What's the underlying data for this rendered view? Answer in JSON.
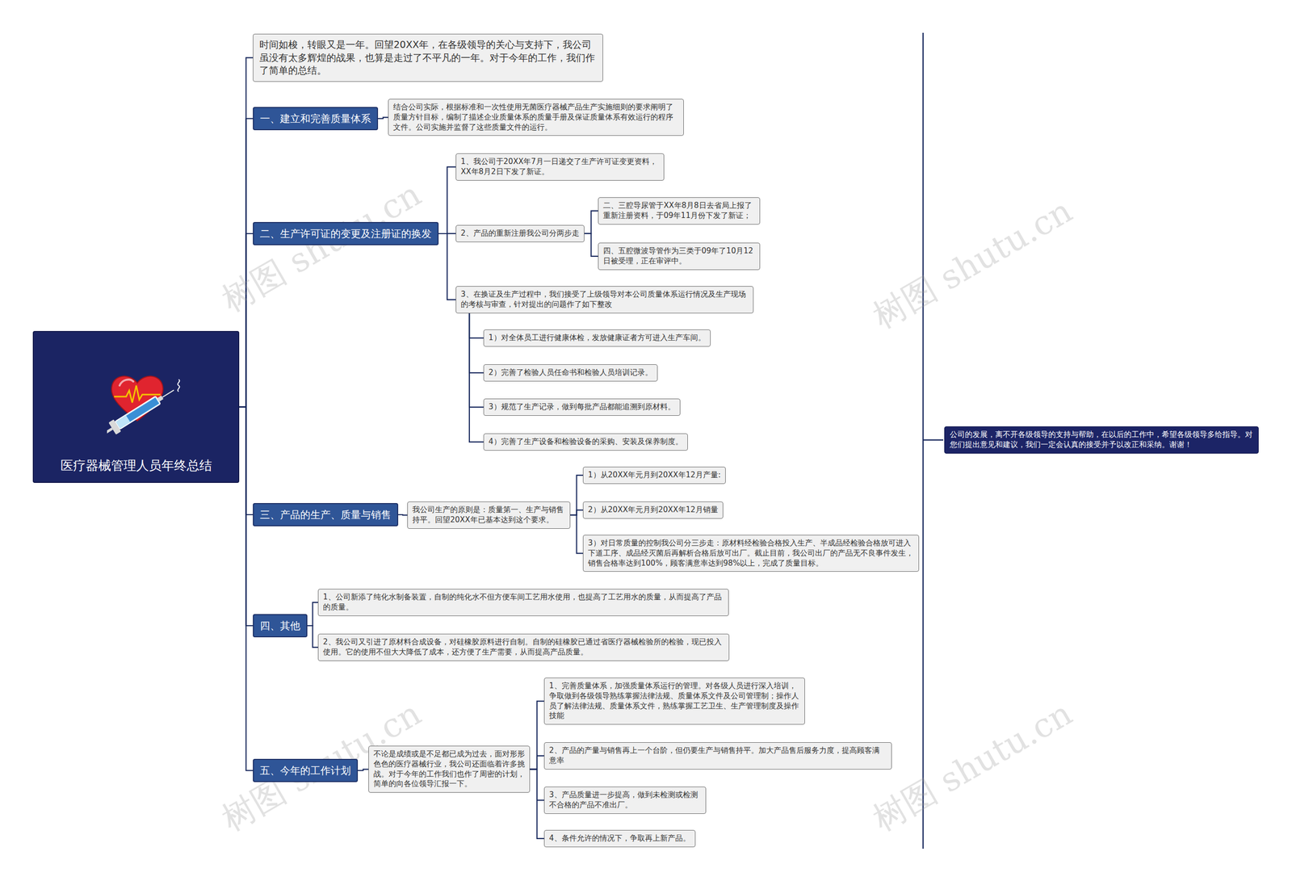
{
  "diagram": {
    "nodes": [
      {
        "text": [
          "医疗器械管理人员年终总结"
        ]
      },
      {
        "text": [
          "时间如梭，转眼又是一年。回望20XX年，在各级领导的关心与支持下，我公司虽没有太多辉煌的战果，也算是走过了不平凡的一年。对于今年的工作，我们作了简单的总结。"
        ]
      },
      {
        "text": [
          "一、建立和完善质量体系"
        ]
      },
      {
        "text": [
          "结合公司实际，根据标准和一次性使用无菌医疗器械产品生产实施细则的要求阐明了质量方针目标，编制了描述企业质量体系的质量手册及保证质量体系有效运行的程序文件。公司实施并监督了这些质量文件的运行。"
        ]
      },
      {
        "text": [
          "二、生产许可证的变更及注册证的换发"
        ]
      },
      {
        "text": [
          "1、我公司于20XX年7月一日递交了生产许可证变更资料，XX年8月2日下发了新证。"
        ]
      },
      {
        "text": [
          "2、产品的重新注册我公司分两步走"
        ]
      },
      {
        "text": [
          "二、三腔导尿管于XX年8月8日去省局上报了重新注册资料，于09年11月份下发了新证；"
        ]
      },
      {
        "text": [
          "四、五腔微波导管作为三类于09年了10月12日被受理，正在审评中。"
        ]
      },
      {
        "text": [
          "3、在换证及生产过程中，我们接受了上级领导对本公司质量体系运行情况及生产现场的考核与审查，针对提出的问题作了如下整改"
        ]
      },
      {
        "text": [
          "1）对全体员工进行健康体检，发放健康证者方可进入生产车间。"
        ]
      },
      {
        "text": [
          "2）完善了检验人员任命书和检验人员培训记录。"
        ]
      },
      {
        "text": [
          "3）规范了生产记录，做到每批产品都能追溯到原材料。"
        ]
      },
      {
        "text": [
          "4）完善了生产设备和检验设备的采购、安装及保养制度。"
        ]
      },
      {
        "text": [
          "三、产品的生产、质量与销售"
        ]
      },
      {
        "text": [
          "我公司生产的原则是：质量第一、生产与销售持平。回望20XX年已基本达到这个要求。"
        ]
      },
      {
        "text": [
          "1）从20XX年元月到20XX年12月产量:"
        ]
      },
      {
        "text": [
          "2）从20XX年元月到20XX年12月销量"
        ]
      },
      {
        "text": [
          "3）对日常质量的控制我公司分三步走：原材料经检验合格投入生产、半成品经检验合格放可进入下道工序、成品经灭菌后再解析合格后放可出厂。截止目前，我公司出厂的产品无不良事件发生，销售合格率达到100%，顾客满意率达到98%以上，完成了质量目标。"
        ]
      },
      {
        "text": [
          "四、其他"
        ]
      },
      {
        "text": [
          "1、公司新添了纯化水制备装置，自制的纯化水不但方便车间工艺用水使用，也提高了工艺用水的质量，从而提高了产品的质量。"
        ]
      },
      {
        "text": [
          "2、我公司又引进了原材料合成设备，对硅橡胶原料进行自制。自制的硅橡胶已通过省医疗器械检验所的检验，现已投入使用。它的使用不但大大降低了成本，还方便了生产需要，从而提高产品质量。"
        ]
      },
      {
        "text": [
          "五、今年的工作计划"
        ]
      },
      {
        "text": [
          "不论是成绩或是不足都已成为过去，面对形形色色的医疗器械行业，我公司还面临着许多挑战。对于今年的工作我们也作了周密的计划，简单的向各位领导汇报一下。"
        ]
      },
      {
        "text": [
          "1、完善质量体系，加强质量体系运行的管理。对各级人员进行深入培训，争取做到各级领导熟练掌握法律法规、质量体系文件及公司管理制；操作人员了解法律法规、质量体系文件，熟练掌握工艺卫生、生产管理制度及操作技能"
        ]
      },
      {
        "text": [
          "2、产品的产量与销售再上一个台阶，但仍要生产与销售持平。加大产品售后服务力度，提高顾客满意率"
        ]
      },
      {
        "text": [
          "3、产品质量进一步提高，做到未检测或检测不合格的产品不准出厂。"
        ]
      },
      {
        "text": [
          "4、条件允许的情况下，争取再上新产品。"
        ]
      },
      {
        "text": [
          "公司的发展，离不开各级领导的支持与帮助，在以后的工作中，希望各级领导多给指导。对您们提出意见和建议，我们一定会认真的接受并予以改正和采纳。谢谢！"
        ]
      }
    ],
    "edges": [
      {
        "from": 0,
        "to": 1,
        "arrow": "none"
      },
      {
        "from": 0,
        "to": 2,
        "arrow": "none"
      },
      {
        "from": 2,
        "to": 3,
        "arrow": "none"
      },
      {
        "from": 0,
        "to": 4,
        "arrow": "none"
      },
      {
        "from": 4,
        "to": 5,
        "arrow": "none"
      },
      {
        "from": 4,
        "to": 6,
        "arrow": "none"
      },
      {
        "from": 6,
        "to": 7,
        "arrow": "none"
      },
      {
        "from": 6,
        "to": 8,
        "arrow": "none"
      },
      {
        "from": 4,
        "to": 9,
        "arrow": "none"
      },
      {
        "from": 9,
        "to": 10,
        "arrow": "none"
      },
      {
        "from": 9,
        "to": 11,
        "arrow": "none"
      },
      {
        "from": 9,
        "to": 12,
        "arrow": "none"
      },
      {
        "from": 9,
        "to": 13,
        "arrow": "none"
      },
      {
        "from": 0,
        "to": 14,
        "arrow": "none"
      },
      {
        "from": 14,
        "to": 15,
        "arrow": "none"
      },
      {
        "from": 15,
        "to": 16,
        "arrow": "none"
      },
      {
        "from": 15,
        "to": 17,
        "arrow": "none"
      },
      {
        "from": 15,
        "to": 18,
        "arrow": "none"
      },
      {
        "from": 0,
        "to": 19,
        "arrow": "none"
      },
      {
        "from": 19,
        "to": 20,
        "arrow": "none"
      },
      {
        "from": 19,
        "to": 21,
        "arrow": "none"
      },
      {
        "from": 0,
        "to": 22,
        "arrow": "none"
      },
      {
        "from": 22,
        "to": 23,
        "arrow": "none"
      },
      {
        "from": 23,
        "to": 24,
        "arrow": "none"
      },
      {
        "from": 23,
        "to": 25,
        "arrow": "none"
      },
      {
        "from": 23,
        "to": 26,
        "arrow": "none"
      },
      {
        "from": 23,
        "to": 27,
        "arrow": "none"
      }
    ],
    "labels": [
      "树图 shutu.cn",
      "树图 shutu.cn",
      "树图 shutu.cn",
      "树图 shutu.cn"
    ]
  }
}
